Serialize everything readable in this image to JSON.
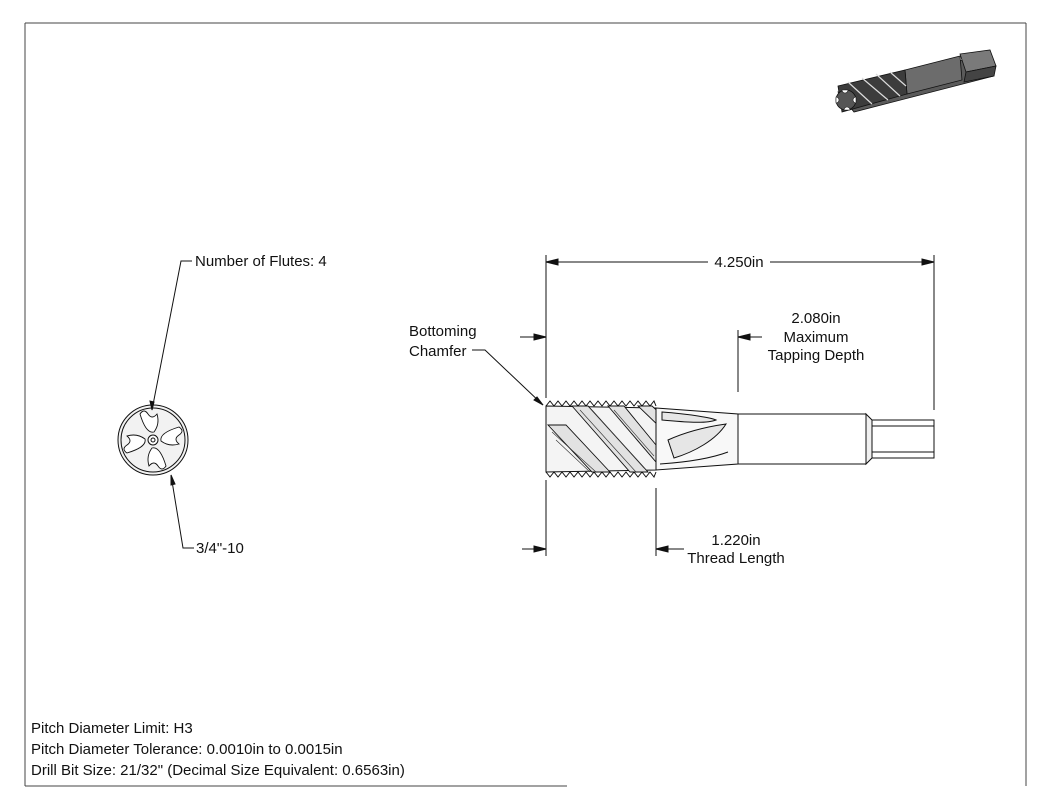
{
  "labels": {
    "flutes": "Number of Flutes: 4",
    "thread_size": "3/4\"-10",
    "chamfer_line1": "Bottoming",
    "chamfer_line2": "Chamfer",
    "overall_length": "4.250in",
    "depth_value": "2.080in",
    "depth_line2": "Maximum",
    "depth_line3": "Tapping Depth",
    "thread_value": "1.220in",
    "thread_line2": "Thread Length"
  },
  "notes": [
    "Pitch Diameter Limit: H3",
    "Pitch Diameter Tolerance: 0.0010in to 0.0015in",
    "Drill Bit Size: 21/32\" (Decimal Size Equivalent: 0.6563in)"
  ]
}
